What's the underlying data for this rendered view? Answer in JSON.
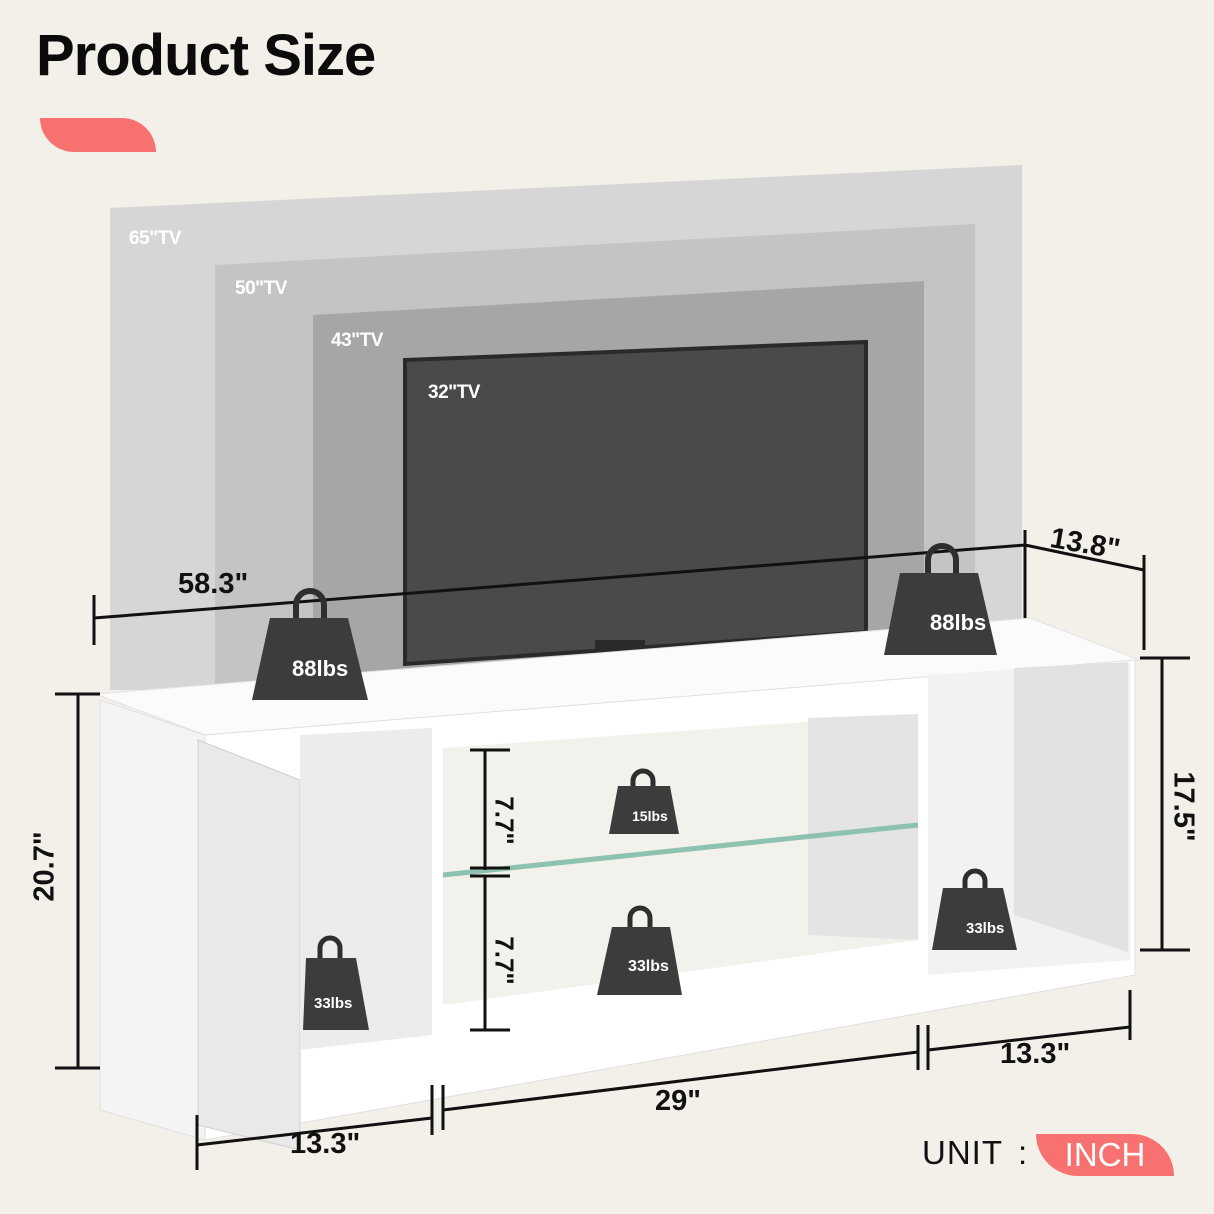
{
  "header": {
    "title": "Product Size"
  },
  "colors": {
    "accent": "#f87171",
    "background": "#f3f0ea",
    "weight": "#3c3c3c",
    "tv_screen": "#4a4a4a"
  },
  "tv_sizes": [
    {
      "label": "65\"TV",
      "color": "#d6d6d6"
    },
    {
      "label": "50\"TV",
      "color": "#c4c4c4"
    },
    {
      "label": "43\"TV",
      "color": "#a6a6a6"
    },
    {
      "label": "32\"TV",
      "color": "#4a4a4a"
    }
  ],
  "dimensions": {
    "total_width": "58.3\"",
    "depth": "13.8\"",
    "total_height": "20.7\"",
    "inner_height": "17.5\"",
    "upper_shelf_height": "7.7\"",
    "lower_shelf_height": "7.7\"",
    "left_cabinet_width": "13.3\"",
    "center_width": "29\"",
    "right_cabinet_width": "13.3\""
  },
  "weights": {
    "top_left": "88lbs",
    "top_right": "88lbs",
    "glass_shelf": "15lbs",
    "center_bottom": "33lbs",
    "left_cabinet": "33lbs",
    "right_cabinet": "33lbs"
  },
  "unit": {
    "label": "UNIT",
    "separator": ":",
    "value": "INCH"
  }
}
